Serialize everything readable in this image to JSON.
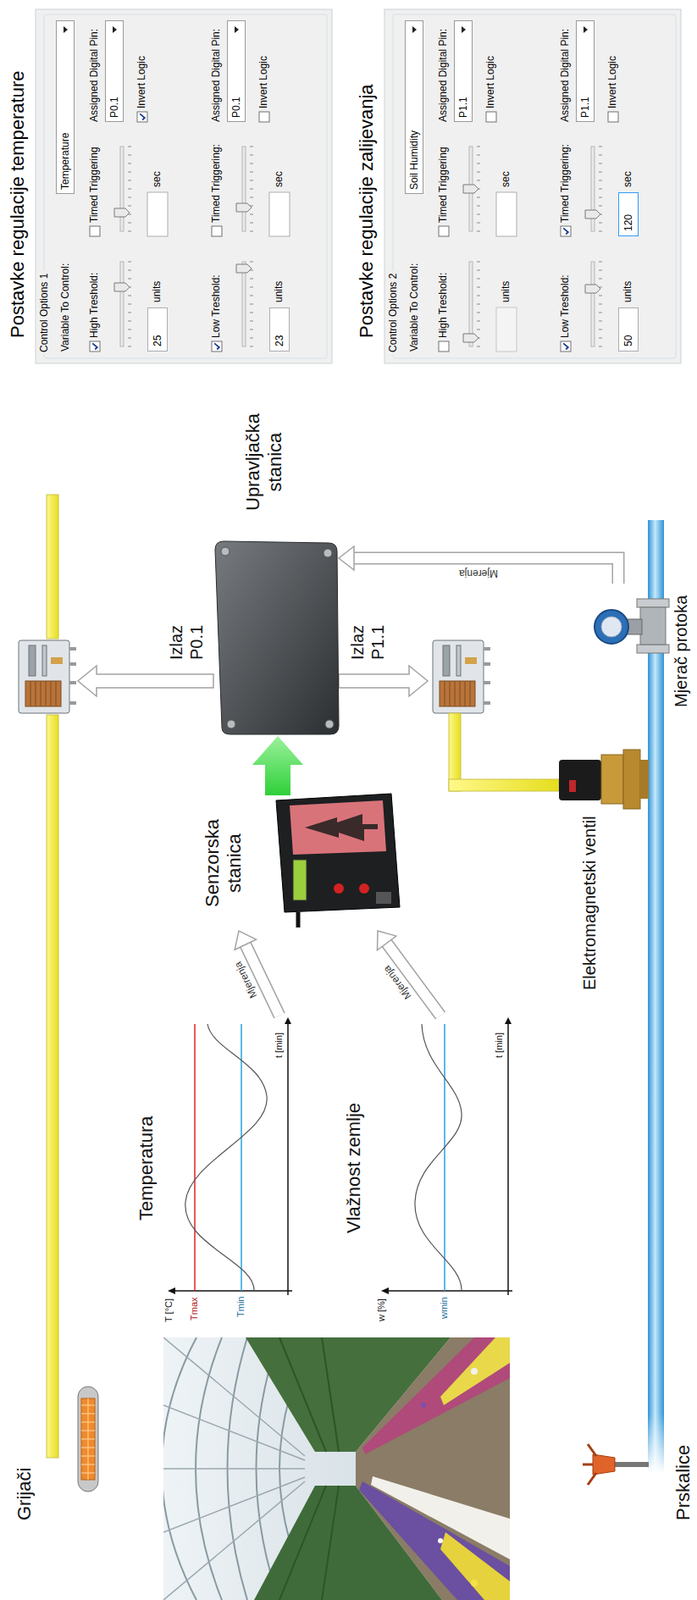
{
  "diagram": {
    "nodes": [
      {
        "text": [
          "Temperatura"
        ]
      },
      {
        "text": [
          "Vlažnost zemlje"
        ]
      },
      {
        "text": [
          "Senzorska stanica"
        ]
      },
      {
        "text": [
          "Upravljačka stanica"
        ]
      },
      {
        "text": [
          "Mjerač protoka"
        ]
      },
      {
        "text": [
          "Postavke regulacije temperature",
          "Control Options 1",
          "Variable To Control:",
          "High Treshold:",
          "units",
          "Timed Triggering",
          "sec",
          "Assigned Digital Pin:",
          "Invert Logic",
          "Low Treshold:",
          "units",
          "Timed Triggering:",
          "sec",
          "Assigned Digital Pin:",
          "Invert Logic"
        ]
      },
      {
        "text": [
          "Temperature"
        ],
        "in": 5
      },
      {
        "text": [
          "25"
        ],
        "in": 5
      },
      {
        "text": [
          "P0.1"
        ],
        "in": 5
      },
      {
        "text": [
          "23"
        ],
        "in": 5
      },
      {
        "text": [
          "P0.1"
        ],
        "in": 5
      },
      {
        "text": [
          "Postavke regulacije zalijevanja",
          "Control Options 2",
          "Variable To Control:",
          "High Treshold:",
          "units",
          "Timed Triggering",
          "sec",
          "Assigned Digital Pin:",
          "Invert Logic",
          "Low Treshold:",
          "units",
          "Timed Triggering:",
          "sec",
          "Assigned Digital Pin:",
          "Invert Logic"
        ]
      },
      {
        "text": [
          "Soil Humidity"
        ],
        "in": 11
      },
      {
        "text": [
          "P1.1"
        ],
        "in": 11
      },
      {
        "text": [
          "50"
        ],
        "in": 11
      },
      {
        "text": [
          "120"
        ],
        "in": 11
      },
      {
        "text": [
          "P1.1"
        ],
        "in": 11
      }
    ],
    "edges": [
      {
        "from": 0,
        "to": 2,
        "label": "Mjerenja",
        "arrow": "to"
      },
      {
        "from": 1,
        "to": 2,
        "label": "Mjerenja",
        "arrow": "to"
      },
      {
        "from": 2,
        "to": 3,
        "arrow": "to"
      },
      {
        "from": 4,
        "to": 3,
        "label": "Mjerenja",
        "arrow": "to"
      }
    ],
    "labels": [
      "Grijači",
      "T [°C]",
      "Tmax",
      "Tmin",
      "t [min]",
      "w [%]",
      "wmin",
      "t [min]",
      "Izlaz P0.1",
      "Izlaz P1.1",
      "Elektromagnetski ventil",
      "Prskalice"
    ]
  }
}
